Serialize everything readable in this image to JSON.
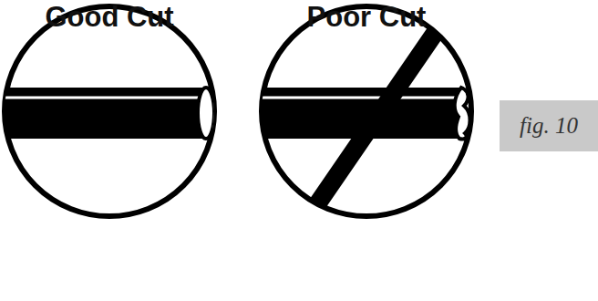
{
  "diagram": {
    "nodes": [
      {
        "text": [
          "Good Cut"
        ]
      },
      {
        "text": [
          "Poor Cut"
        ]
      },
      {
        "text": [
          "fig. 10"
        ]
      }
    ]
  }
}
